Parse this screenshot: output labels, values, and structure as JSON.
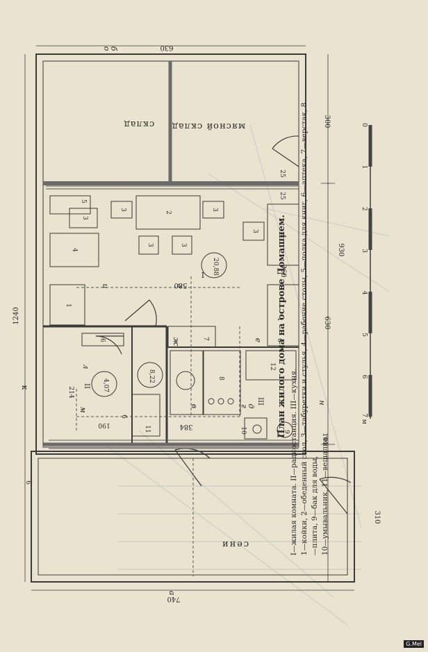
{
  "dimensions": {
    "top_width": "630",
    "bottom_width": "740",
    "total_length": "1240",
    "right_300": "300",
    "right_930": "930",
    "right_630": "630",
    "right_104": "104",
    "right_310": "310",
    "inner_580": "580",
    "inner_360": "360",
    "inner_384": "384",
    "inner_214": "214",
    "inner_190": "190",
    "small_25": "25",
    "small_6": "6"
  },
  "rooms": {
    "meat_store": "мясной склад",
    "store": "склад",
    "senі": "сени",
    "room_I": "I",
    "room_II": "II",
    "room_III": "III"
  },
  "areas": {
    "a1": "20,88",
    "a2": "4,07",
    "a3": "8,22"
  },
  "furniture": {
    "n1": "1",
    "n2": "2",
    "n3": "3",
    "n4": "4",
    "n5": "5",
    "n6": "6",
    "n7": "7",
    "n8": "8",
    "n9": "9",
    "n10": "10",
    "n11": "11",
    "n12": "12",
    "n25": "25"
  },
  "letters": {
    "a": "а",
    "b": "б",
    "v": "в",
    "g": "г",
    "d": "д",
    "e": "е",
    "zh": "ж",
    "z": "з",
    "i": "и",
    "k": "к",
    "l": "л",
    "m": "м",
    "n": "н",
    "o": "о"
  },
  "scale": {
    "label": "7 м",
    "ticks": [
      "7 м",
      "6",
      "5",
      "4",
      "3",
      "2",
      "1",
      "0"
    ]
  },
  "caption": {
    "title": "План жилого дома на острове Домашнем.",
    "line1": "I—жилая комната. II—радиостанция. III—кухня.",
    "line2": "1—койки, 2—обеденный стол, 3—табуретки и стулья, 4—рабочие столы, 5—полка для книг, 6—аптека, 7—верстак, 8—плита, 9—бак для воды,",
    "line3": "10—умывальник, 11—вешалка."
  },
  "watermark": "G.Mel"
}
